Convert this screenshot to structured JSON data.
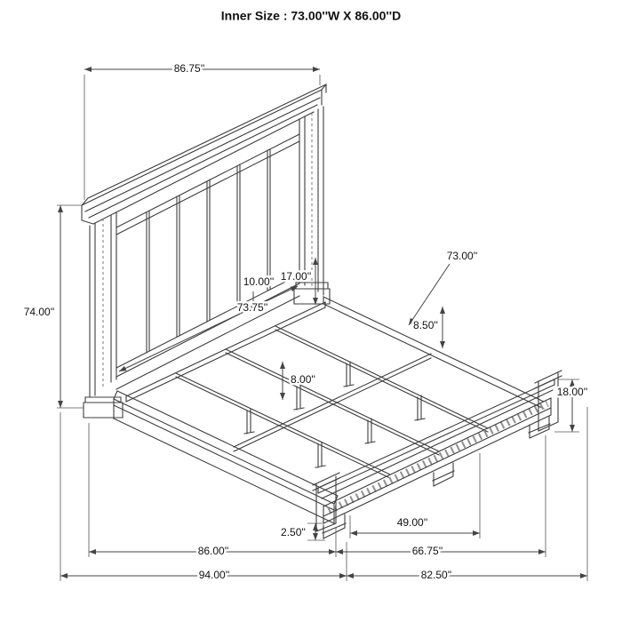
{
  "title": "Inner Size : 73.00''W X 86.00''D",
  "diagram": {
    "type": "bed-frame-dimension-drawing",
    "labels": {
      "headboard_width": "86.75''",
      "overall_height": "74.00''",
      "panel_bottom_gap": "10.00''",
      "rail_top_height": "17.00''",
      "headboard_inner_width": "73.75''",
      "inner_width": "73.00''",
      "support_rail_width": "8.50''",
      "support_leg_height": "8.00''",
      "footboard_height": "18.00''",
      "foot_plinth_height": "2.50''",
      "footboard_span": "49.00''",
      "inner_depth": "86.00''",
      "footboard_inner_width": "66.75''",
      "overall_depth": "94.00''",
      "overall_width": "82.50''"
    }
  },
  "colors": {
    "background": "#ffffff",
    "line": "#3d3d3d",
    "dimension": "#444444"
  }
}
